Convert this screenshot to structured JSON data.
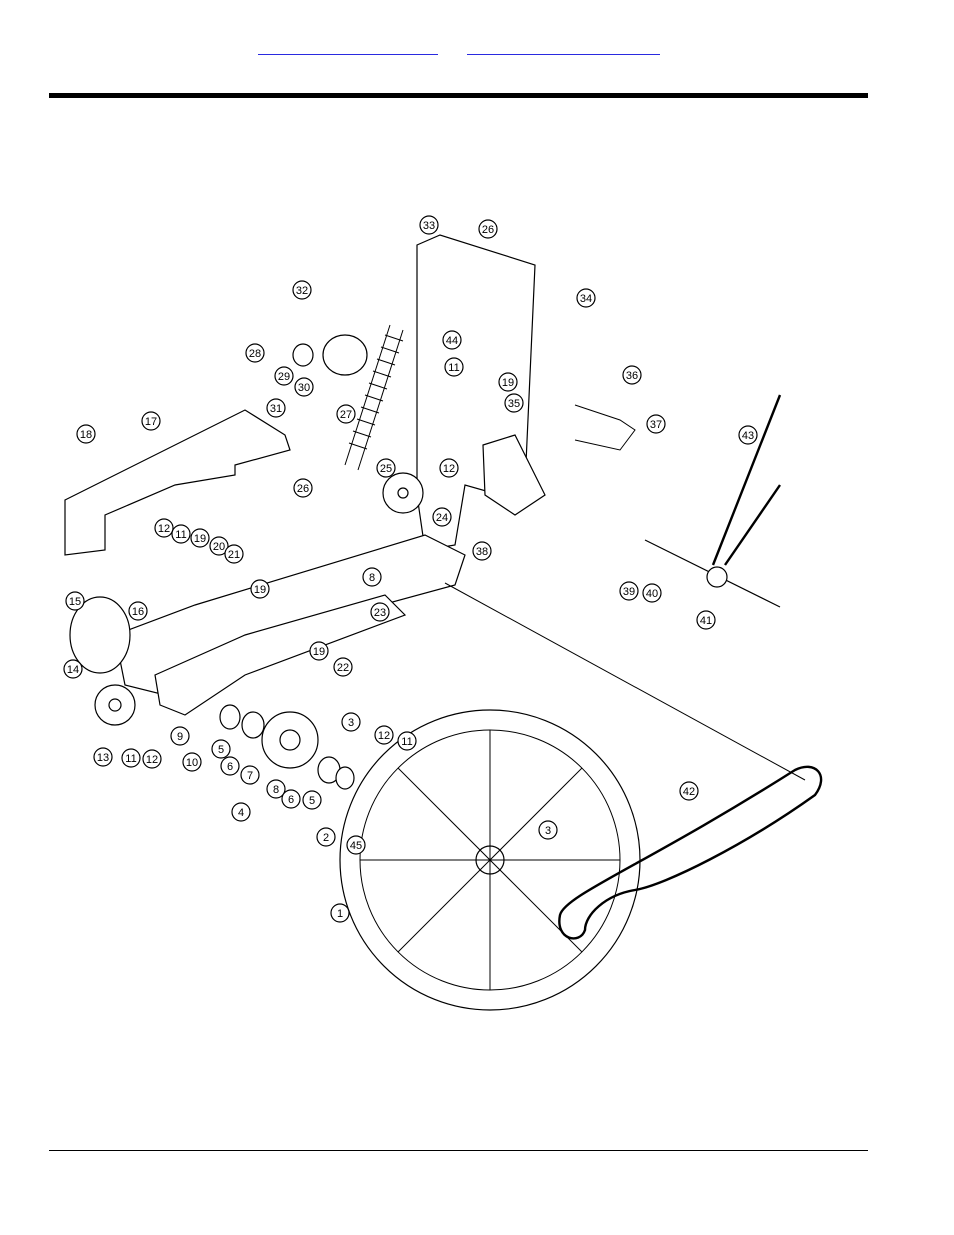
{
  "header": {
    "link_1": "",
    "link_2": ""
  },
  "diagram": {
    "callouts": [
      "33",
      "26",
      "34",
      "32",
      "28",
      "29",
      "30",
      "31",
      "44",
      "19",
      "35",
      "36",
      "11",
      "27",
      "37",
      "18",
      "17",
      "12",
      "43",
      "26",
      "25",
      "24",
      "38",
      "12",
      "11",
      "19",
      "20",
      "21",
      "19",
      "8",
      "39",
      "40",
      "41",
      "15",
      "16",
      "23",
      "19",
      "22",
      "14",
      "3",
      "13",
      "11",
      "12",
      "9",
      "5",
      "6",
      "7",
      "12",
      "11",
      "10",
      "4",
      "8",
      "6",
      "5",
      "42",
      "2",
      "45",
      "3",
      "1"
    ]
  }
}
